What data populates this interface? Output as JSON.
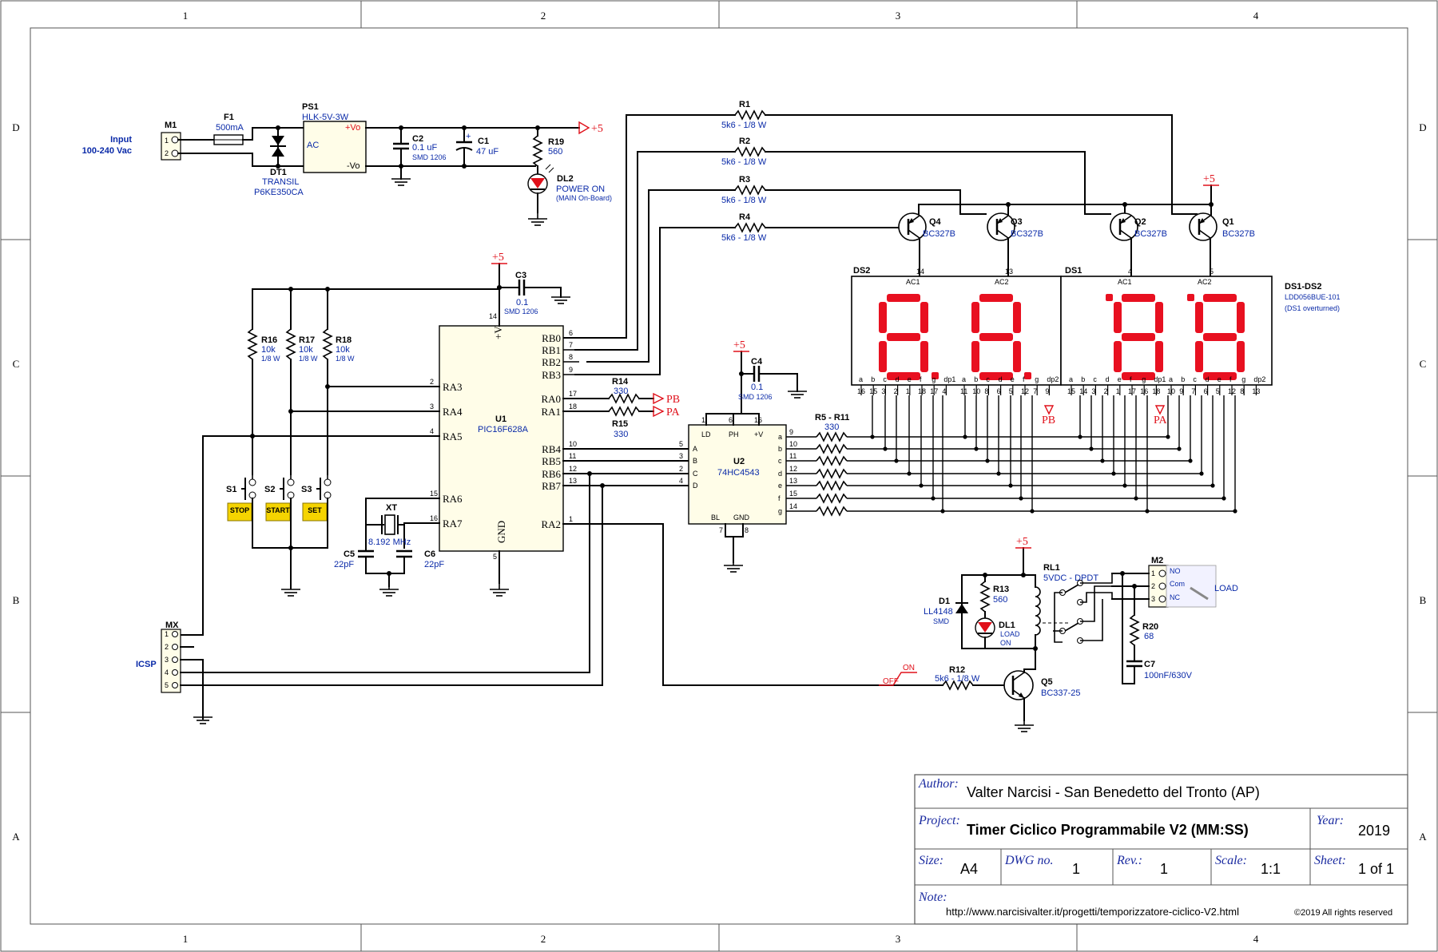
{
  "frame": {
    "columns": [
      "1",
      "2",
      "3",
      "4"
    ],
    "rows": [
      "D",
      "C",
      "B",
      "A"
    ]
  },
  "power": {
    "m1": {
      "ref": "M1",
      "label": "Input",
      "value": "100-240 Vac",
      "pins": [
        "1",
        "2"
      ]
    },
    "f1": {
      "ref": "F1",
      "value": "500mA"
    },
    "dt1": {
      "ref": "DT1",
      "value": "TRANSIL",
      "part": "P6KE350CA"
    },
    "ps1": {
      "ref": "PS1",
      "value": "HLK-5V-3W",
      "ac": "AC",
      "vo_pos": "+Vo",
      "vo_neg": "-Vo"
    },
    "c2": {
      "ref": "C2",
      "value": "0.1 uF",
      "pkg": "SMD 1206"
    },
    "c1": {
      "ref": "C1",
      "value": "47 uF",
      "plus": "+"
    },
    "r19": {
      "ref": "R19",
      "value": "560"
    },
    "dl2": {
      "ref": "DL2",
      "value": "POWER ON",
      "note": "(MAIN On-Board)"
    },
    "vplus": "+5"
  },
  "resistors": {
    "r1": {
      "ref": "R1",
      "value": "5k6 - 1/8 W"
    },
    "r2": {
      "ref": "R2",
      "value": "5k6 - 1/8 W"
    },
    "r3": {
      "ref": "R3",
      "value": "5k6 - 1/8 W"
    },
    "r4": {
      "ref": "R4",
      "value": "5k6 - 1/8 W"
    },
    "r14": {
      "ref": "R14",
      "value": "330"
    },
    "r15": {
      "ref": "R15",
      "value": "330"
    },
    "r16": {
      "ref": "R16",
      "value": "10k",
      "watt": "1/8 W"
    },
    "r17": {
      "ref": "R17",
      "value": "10k",
      "watt": "1/8 W"
    },
    "r18": {
      "ref": "R18",
      "value": "10k",
      "watt": "1/8 W"
    },
    "r5_11": {
      "ref": "R5 - R11",
      "value": "330"
    },
    "r12": {
      "ref": "R12",
      "value": "5k6 - 1/8 W"
    },
    "r13": {
      "ref": "R13",
      "value": "560"
    },
    "r20": {
      "ref": "R20",
      "value": "68"
    }
  },
  "transistors": {
    "q1": {
      "ref": "Q1",
      "value": "BC327B"
    },
    "q2": {
      "ref": "Q2",
      "value": "BC327B"
    },
    "q3": {
      "ref": "Q3",
      "value": "BC327B"
    },
    "q4": {
      "ref": "Q4",
      "value": "BC327B"
    },
    "q5": {
      "ref": "Q5",
      "value": "BC337-25"
    }
  },
  "u1": {
    "ref": "U1",
    "part": "PIC16F628A",
    "vplus": "+V",
    "gnd": "GND",
    "left_pins": [
      {
        "n": "2",
        "name": "RA3"
      },
      {
        "n": "3",
        "name": "RA4"
      },
      {
        "n": "4",
        "name": "RA5"
      },
      {
        "n": "15",
        "name": "RA6"
      },
      {
        "n": "16",
        "name": "RA7"
      }
    ],
    "right_pins": [
      {
        "n": "6",
        "name": "RB0"
      },
      {
        "n": "7",
        "name": "RB1"
      },
      {
        "n": "8",
        "name": "RB2"
      },
      {
        "n": "9",
        "name": "RB3"
      },
      {
        "n": "17",
        "name": "RA0"
      },
      {
        "n": "18",
        "name": "RA1"
      },
      {
        "n": "10",
        "name": "RB4"
      },
      {
        "n": "11",
        "name": "RB5"
      },
      {
        "n": "12",
        "name": "RB6"
      },
      {
        "n": "13",
        "name": "RB7"
      },
      {
        "n": "1",
        "name": "RA2"
      }
    ],
    "pin14": "14",
    "pin5": "5"
  },
  "c3": {
    "ref": "C3",
    "value": "0.1",
    "pkg": "SMD 1206"
  },
  "c4": {
    "ref": "C4",
    "value": "0.1",
    "pkg": "SMD 1206"
  },
  "c5": {
    "ref": "C5",
    "value": "22pF"
  },
  "c6": {
    "ref": "C6",
    "value": "22pF"
  },
  "c7": {
    "ref": "C7",
    "value": "100nF/630V"
  },
  "xt": {
    "ref": "XT",
    "value": "8.192 MHz"
  },
  "switches": [
    {
      "ref": "S1",
      "label": "STOP"
    },
    {
      "ref": "S2",
      "label": "START"
    },
    {
      "ref": "S3",
      "label": "SET"
    }
  ],
  "u2": {
    "ref": "U2",
    "part": "74HC4543",
    "top": [
      "LD",
      "PH",
      "+V"
    ],
    "top_pins": [
      "1",
      "6",
      "16"
    ],
    "inputs": [
      "A",
      "B",
      "C",
      "D"
    ],
    "input_pins": [
      "5",
      "3",
      "2",
      "4"
    ],
    "outputs": [
      "a",
      "b",
      "c",
      "d",
      "e",
      "f",
      "g"
    ],
    "output_pins": [
      "9",
      "10",
      "11",
      "12",
      "13",
      "15",
      "14"
    ],
    "bottom": [
      "BL",
      "GND"
    ],
    "bottom_pins": [
      "7",
      "8"
    ]
  },
  "pa": "PA",
  "pb": "PB",
  "display": {
    "ds1": "DS1",
    "ds2": "DS2",
    "title": "DS1-DS2",
    "part": "LDD056BUE-101",
    "note": "(DS1 overturned)",
    "ac1": "AC1",
    "ac2": "AC2",
    "pin_ds2_q4": "14",
    "pin_ds2_q3": "13",
    "pin_ds1_q2": "4",
    "pin_ds1_q1": "5",
    "segs": [
      "a",
      "b",
      "c",
      "d",
      "e",
      "f",
      "g",
      "dp1",
      "a",
      "b",
      "c",
      "d",
      "e",
      "f",
      "g",
      "dp2",
      "a",
      "b",
      "c",
      "d",
      "e",
      "f",
      "g",
      "dp1",
      "a",
      "b",
      "c",
      "d",
      "e",
      "f",
      "g",
      "dp2"
    ],
    "pins": [
      "16",
      "15",
      "3",
      "2",
      "1",
      "18",
      "17",
      "4",
      "11",
      "10",
      "8",
      "6",
      "5",
      "12",
      "7",
      "9",
      "15",
      "14",
      "3",
      "2",
      "1",
      "17",
      "16",
      "18",
      "10",
      "9",
      "7",
      "6",
      "5",
      "12",
      "8",
      "13"
    ]
  },
  "mx": {
    "ref": "MX",
    "label": "ICSP",
    "pins": [
      "1",
      "2",
      "3",
      "4",
      "5"
    ]
  },
  "relay": {
    "d1": {
      "ref": "D1",
      "value": "LL4148",
      "pkg": "SMD"
    },
    "dl1": {
      "ref": "DL1",
      "value": "LOAD",
      "value2": "ON"
    },
    "rl1": {
      "ref": "RL1",
      "value": "5VDC - DPDT"
    },
    "m2": {
      "ref": "M2",
      "pins": [
        "1",
        "2",
        "3"
      ],
      "labels": [
        "NO",
        "Com",
        "NC"
      ],
      "load": "LOAD"
    },
    "on": "ON",
    "off": "OFF"
  },
  "title_block": {
    "author_label": "Author:",
    "author": "Valter Narcisi - San Benedetto del Tronto (AP)",
    "project_label": "Project:",
    "project": "Timer Ciclico Programmabile V2 (MM:SS)",
    "year_label": "Year:",
    "year": "2019",
    "size_label": "Size:",
    "size": "A4",
    "dwg_label": "DWG no.",
    "dwg": "1",
    "rev_label": "Rev.:",
    "rev": "1",
    "scale_label": "Scale:",
    "scale": "1:1",
    "sheet_label": "Sheet:",
    "sheet": "1 of 1",
    "note_label": "Note:",
    "note": "http://www.narcisivalter.it/progetti/temporizzatore-ciclico-V2.html",
    "copyright": "©2019 All rights reserved"
  }
}
